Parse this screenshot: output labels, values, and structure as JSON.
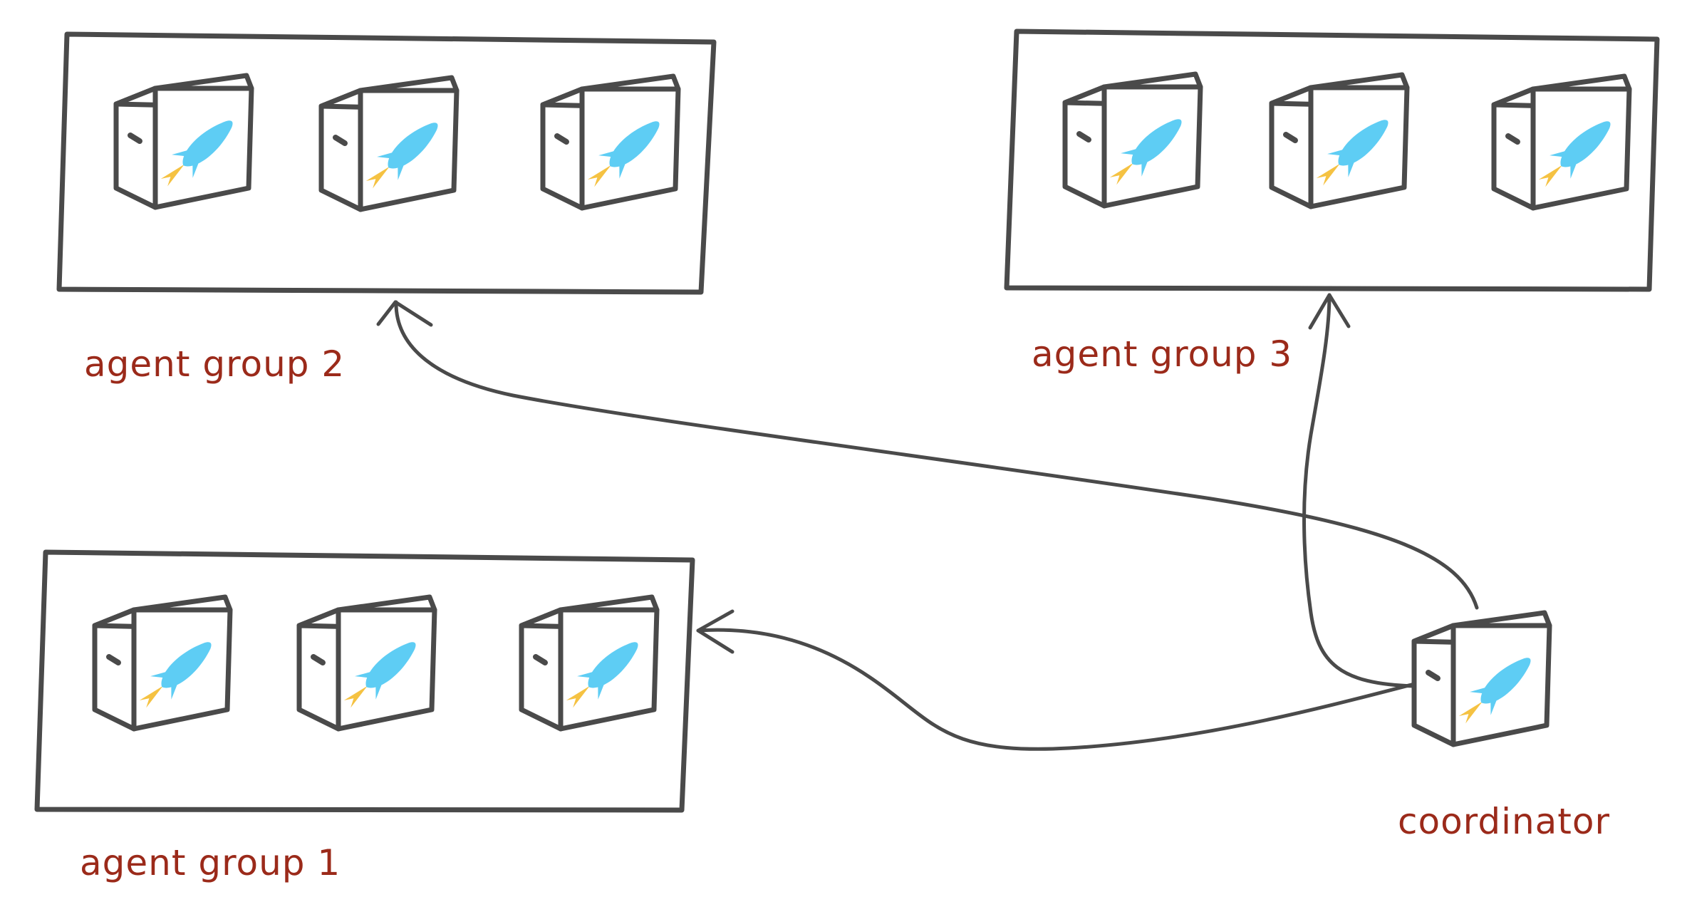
{
  "diagram": {
    "labels": {
      "group_2": "agent group 2",
      "group_3": "agent group 3",
      "group_1": "agent group 1",
      "coordinator": "coordinator"
    },
    "colors": {
      "stroke": "#4a4a4a",
      "label": "#9b2a1a",
      "rocket_body": "#5ecdf4",
      "rocket_flame": "#f5c242",
      "background": "#ffffff"
    },
    "icons": {
      "node": "server-box-icon",
      "node_emblem": "rocket-icon",
      "connector": "arrow-icon"
    },
    "groups": [
      {
        "key": "group_2",
        "node_count": 3
      },
      {
        "key": "group_3",
        "node_count": 3
      },
      {
        "key": "group_1",
        "node_count": 3
      }
    ],
    "connections": [
      {
        "from": "coordinator",
        "to": "group_1"
      },
      {
        "from": "coordinator",
        "to": "group_2"
      },
      {
        "from": "coordinator",
        "to": "group_3"
      }
    ]
  }
}
